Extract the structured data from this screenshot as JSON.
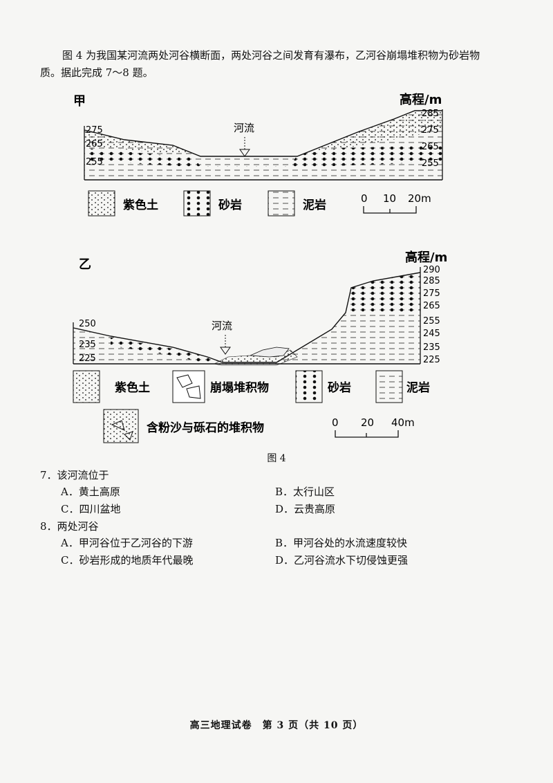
{
  "intro": "图 4 为我国某河流两处河谷横断面，两处河谷之间发育有瀑布，乙河谷崩塌堆积物为砂岩物质。据此完成 7～8 题。",
  "figure": {
    "jia": {
      "title": "甲",
      "elev_title": "高程/m",
      "left_ticks": [
        "275",
        "265",
        "255"
      ],
      "right_ticks": [
        "285",
        "275",
        "265",
        "255"
      ],
      "river": "河流",
      "legend": [
        "紫色土",
        "砂岩",
        "泥岩"
      ],
      "scale": [
        "0",
        "10",
        "20m"
      ]
    },
    "yi": {
      "title": "乙",
      "elev_title": "高程/m",
      "left_ticks": [
        "250",
        "235",
        "225"
      ],
      "right_ticks": [
        "290",
        "285",
        "275",
        "265",
        "255",
        "245",
        "235",
        "225"
      ],
      "river": "河流",
      "legend": [
        "紫色土",
        "崩塌堆积物",
        "砂岩",
        "泥岩",
        "含粉沙与砾石的堆积物"
      ],
      "scale": [
        "0",
        "20",
        "40m"
      ]
    },
    "caption": "图 4"
  },
  "questions": [
    {
      "stem": "7．该河流位于",
      "options": [
        "A．黄土高原",
        "B．太行山区",
        "C．四川盆地",
        "D．云贵高原"
      ]
    },
    {
      "stem": "8．两处河谷",
      "options": [
        "A．甲河谷位于乙河谷的下游",
        "B．甲河谷处的水流速度较快",
        "C．砂岩形成的地质年代最晚",
        "D．乙河谷流水下切侵蚀更强"
      ]
    }
  ],
  "footer": "高三地理试卷　第 3 页（共 10 页）"
}
